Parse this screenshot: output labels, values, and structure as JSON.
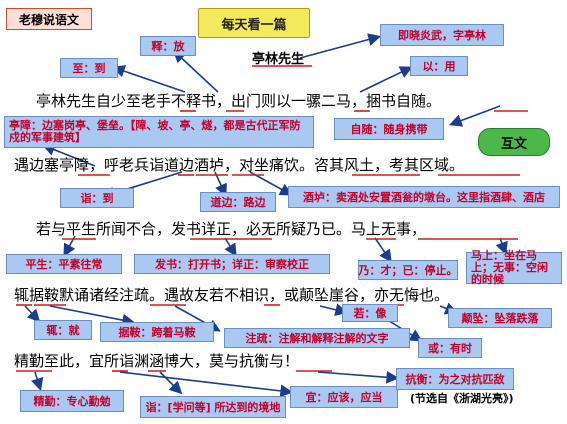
{
  "header": {
    "brand": "老穆说语文",
    "tag": "每天看一篇",
    "title": "亭林先生"
  },
  "text_lines": [
    "亭林先生自少至老手不释书，出门则以一骡二马，捆书自随。",
    "遇边塞亭障，呼老兵诣道边酒垆，对坐痛饮。咨其风土，考其区域。",
    "若与平生所闻不合，发书详正，必无所疑乃已。马上无事，",
    "辄据鞍默诵诸经注疏。遇故友若不相识，或颠坠崖谷，亦无悔也。",
    "精勤至此，宜所诣渊涵博大，莫与抗衡与！"
  ],
  "notes": {
    "shi": "释：放",
    "zhi": "至：到",
    "jiyi": "即晓炎武，字亭林",
    "yi": "以：用",
    "tingzhang": "亭障：边塞岗亭、堡垒。【障、坡、亭、燧，都是古代正军防戍的军事建筑】",
    "zisui": "自随：随身携带",
    "huwen": "互文",
    "yi_dao": "诣：到",
    "daobian": "道边：路边",
    "jiulu": "酒垆：卖酒处安置酒瓮的墩台。这里指酒肆、酒店",
    "pingsheng": "平生：平素往常",
    "fashu": "发书：打开书；详正：审察校正",
    "naiyi": "乃：才；已：停止。",
    "mashang": "马上：坐在马上；无事：空闲的时候",
    "zhe": "辄：就",
    "juan": "据鞍：跨着马鞍",
    "ruo": "若：像",
    "diandui": "颠坠：坠落跌落",
    "zhushu": "注疏：注解和解释注解的文字",
    "huo": "或：有时",
    "jingqin": "精勤：专心勤勉",
    "yi_suo": "诣：[学问等] 所达到的境地",
    "yi_ying": "宜：应该，应当",
    "kangheng": "抗衡：为之对抗匹敌"
  },
  "source": "(节选自《浙湖光亮》)"
}
